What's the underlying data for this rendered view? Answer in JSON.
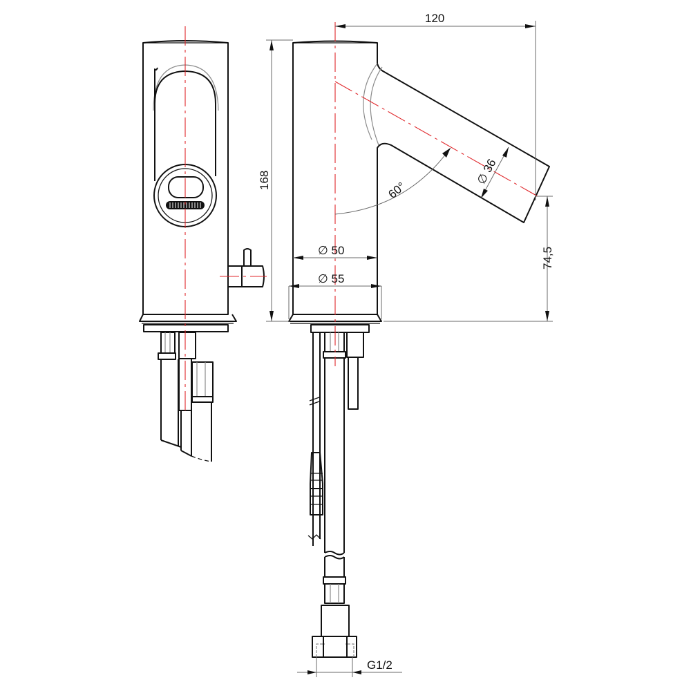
{
  "drawing": {
    "title": "Faucet technical drawing",
    "views": [
      "front-view",
      "side-view"
    ],
    "colors": {
      "outline": "#111111",
      "centerline": "#e0262a",
      "dimension": "#6a6a6a"
    }
  },
  "dimensions": {
    "overall_reach": "120",
    "overall_height": "168",
    "spout_diameter": "∅ 36",
    "spout_angle": "60°",
    "spout_outlet_height": "74,5",
    "body_diameter": "∅ 50",
    "base_diameter": "∅ 55",
    "connection_thread": "G1/2"
  }
}
